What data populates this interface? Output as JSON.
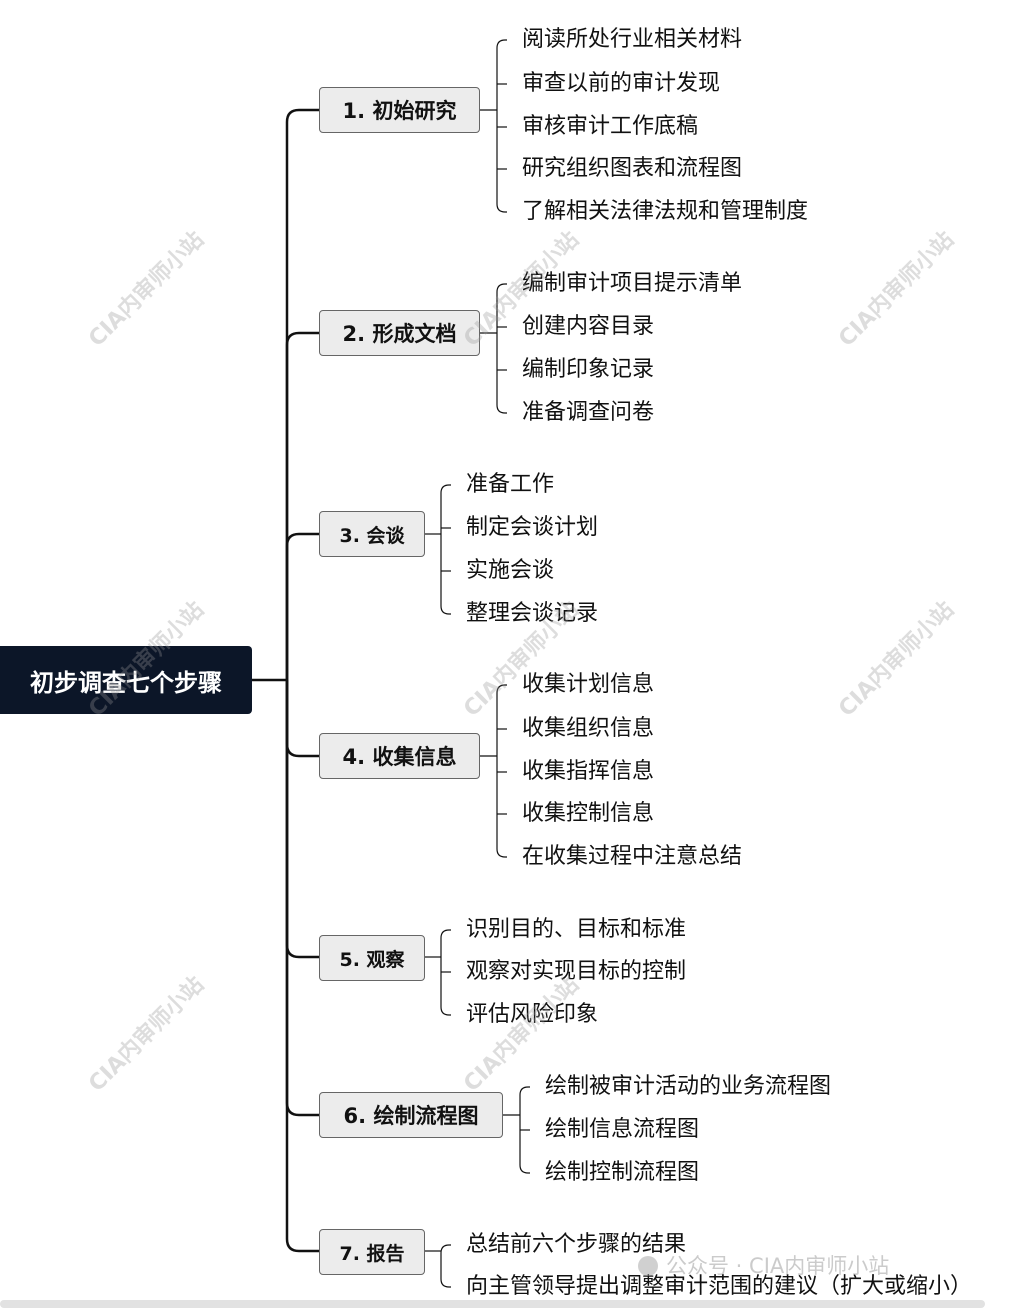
{
  "root": {
    "label": "初步调查七个步骤"
  },
  "branches": [
    {
      "label": "1. 初始研究",
      "items": [
        "阅读所处行业相关材料",
        "审查以前的审计发现",
        "审核审计工作底稿",
        "研究组织图表和流程图",
        "了解相关法律法规和管理制度"
      ]
    },
    {
      "label": "2. 形成文档",
      "items": [
        "编制审计项目提示清单",
        "创建内容目录",
        "编制印象记录",
        "准备调查问卷"
      ]
    },
    {
      "label": "3. 会谈",
      "items": [
        "准备工作",
        "制定会谈计划",
        "实施会谈",
        "整理会谈记录"
      ]
    },
    {
      "label": "4. 收集信息",
      "items": [
        "收集计划信息",
        "收集组织信息",
        "收集指挥信息",
        "收集控制信息",
        "在收集过程中注意总结"
      ]
    },
    {
      "label": "5. 观察",
      "items": [
        "识别目的、目标和标准",
        "观察对实现目标的控制",
        "评估风险印象"
      ]
    },
    {
      "label": "6. 绘制流程图",
      "items": [
        "绘制被审计活动的业务流程图",
        "绘制信息流程图",
        "绘制控制流程图"
      ]
    },
    {
      "label": "7. 报告",
      "items": [
        "总结前六个步骤的结果",
        "向主管领导提出调整审计范围的建议（扩大或缩小）"
      ]
    }
  ],
  "watermark": {
    "text": "CIA内审师小站"
  },
  "footer": {
    "text": "公众号 · CIA内审师小站"
  },
  "colors": {
    "root_bg": "#0c1628",
    "node_bg": "#ececec",
    "line": "#111111"
  }
}
